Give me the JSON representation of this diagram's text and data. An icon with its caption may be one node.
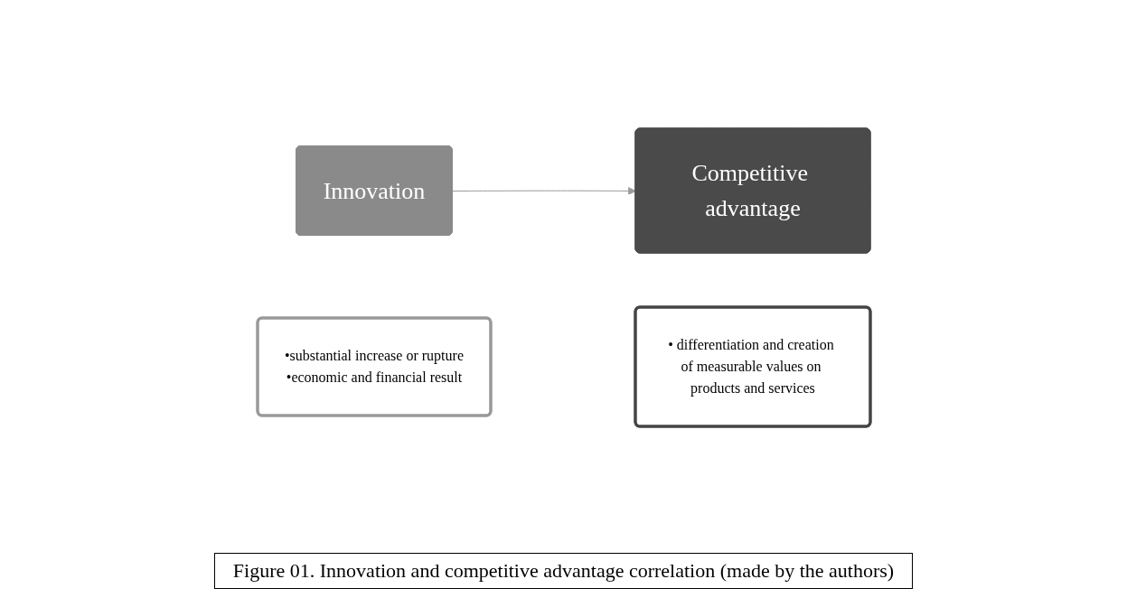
{
  "diagram": {
    "caption": "Figure 01. Innovation and competitive advantage correlation (made by the authors)",
    "nodes": [
      {
        "text": [
          "Innovation"
        ]
      },
      {
        "text": [
          "•substantial increase or rupture",
          "•economic and financial result"
        ]
      },
      {
        "text": [
          "Competitive advantage"
        ]
      },
      {
        "text": [
          "• differentiation and creation of measurable values on products and services"
        ]
      }
    ],
    "edges": [
      {
        "from": 0,
        "to": 2,
        "arrow": "to"
      }
    ]
  }
}
